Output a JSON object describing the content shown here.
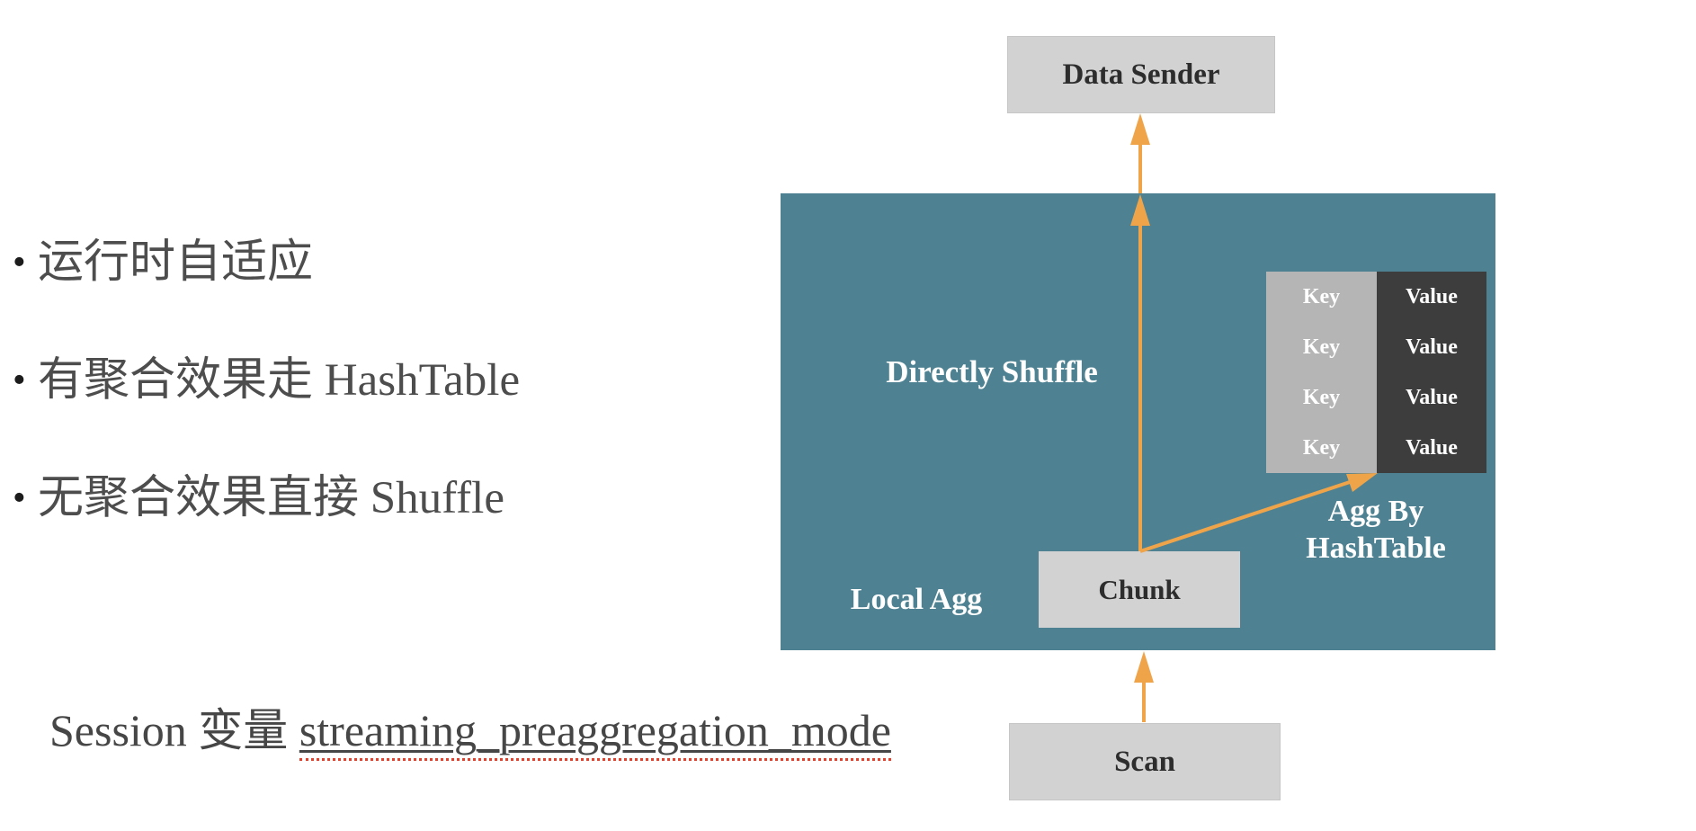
{
  "colors": {
    "teal": "#4e8292",
    "box-gray": "#d2d2d2",
    "key-gray": "#b5b5b5",
    "value-dark": "#3d3d3d",
    "arrow-orange": "#f0a44a",
    "bullet-text": "#4d4d4d",
    "box-text": "#2d2d2d",
    "label-light": "#ffffff",
    "underline-red": "#e0402c"
  },
  "bullets": [
    {
      "marker": "•",
      "text": "运行时自适应"
    },
    {
      "marker": "•",
      "text": "有聚合效果走 HashTable"
    },
    {
      "marker": "•",
      "text": "无聚合效果直接 Shuffle"
    }
  ],
  "session_line": {
    "prefix": "Session 变量 ",
    "variable": "streaming_preaggregation_mode"
  },
  "diagram": {
    "data_sender_label": "Data Sender",
    "directly_shuffle_label": "Directly Shuffle",
    "local_agg_label": "Local Agg",
    "chunk_label": "Chunk",
    "scan_label": "Scan",
    "agg_by_line1": "Agg By",
    "agg_by_line2": "HashTable",
    "hash_table": {
      "rows": [
        {
          "key": "Key",
          "value": "Value"
        },
        {
          "key": "Key",
          "value": "Value"
        },
        {
          "key": "Key",
          "value": "Value"
        },
        {
          "key": "Key",
          "value": "Value"
        }
      ]
    }
  }
}
